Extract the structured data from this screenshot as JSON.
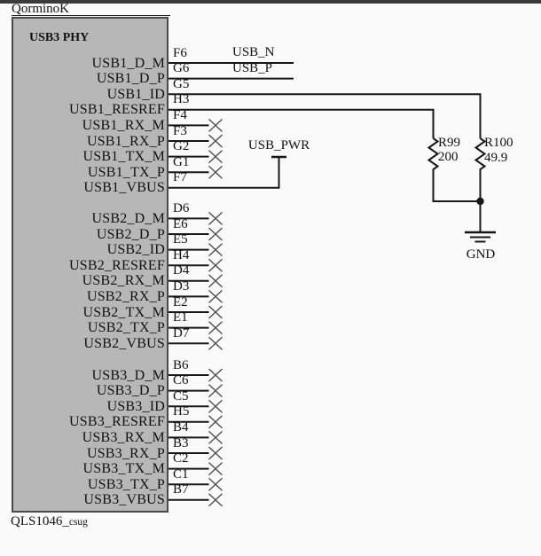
{
  "sheet": {
    "top_label": "QorminoK",
    "bottom_label_main": "QLS1046_",
    "bottom_label_suffix": "csug"
  },
  "component": {
    "title": "USB3 PHY"
  },
  "nets": {
    "usb_pwr_label": "USB_PWR",
    "gnd_label": "GND"
  },
  "resistors": [
    {
      "ref": "R99",
      "value": "200"
    },
    {
      "ref": "R100",
      "value": "49.9"
    }
  ],
  "colors": {
    "background": "#fafafa",
    "component_fill": "#b7b7b7",
    "component_border": "#4a4a4a",
    "wire": "#161616",
    "no_connect_mark": "#4f4f4f",
    "top_bar": "#3b3b3b"
  },
  "pin_groups": [
    {
      "name": "USB1",
      "pins": [
        {
          "name": "USB1_D_M",
          "number": "F6",
          "connect": "net",
          "net": "USB_N"
        },
        {
          "name": "USB1_D_P",
          "number": "G6",
          "connect": "net",
          "net": "USB_P"
        },
        {
          "name": "USB1_ID",
          "number": "G5",
          "connect": "r100"
        },
        {
          "name": "USB1_RESREF",
          "number": "H3",
          "connect": "r99"
        },
        {
          "name": "USB1_RX_M",
          "number": "F4",
          "connect": "nc"
        },
        {
          "name": "USB1_RX_P",
          "number": "F3",
          "connect": "nc"
        },
        {
          "name": "USB1_TX_M",
          "number": "G2",
          "connect": "nc"
        },
        {
          "name": "USB1_TX_P",
          "number": "G1",
          "connect": "nc"
        },
        {
          "name": "USB1_VBUS",
          "number": "F7",
          "connect": "power"
        }
      ]
    },
    {
      "name": "USB2",
      "pins": [
        {
          "name": "USB2_D_M",
          "number": "D6",
          "connect": "nc"
        },
        {
          "name": "USB2_D_P",
          "number": "E6",
          "connect": "nc"
        },
        {
          "name": "USB2_ID",
          "number": "E5",
          "connect": "nc"
        },
        {
          "name": "USB2_RESREF",
          "number": "H4",
          "connect": "nc"
        },
        {
          "name": "USB2_RX_M",
          "number": "D4",
          "connect": "nc"
        },
        {
          "name": "USB2_RX_P",
          "number": "D3",
          "connect": "nc"
        },
        {
          "name": "USB2_TX_M",
          "number": "E2",
          "connect": "nc"
        },
        {
          "name": "USB2_TX_P",
          "number": "E1",
          "connect": "nc"
        },
        {
          "name": "USB2_VBUS",
          "number": "D7",
          "connect": "nc"
        }
      ]
    },
    {
      "name": "USB3",
      "pins": [
        {
          "name": "USB3_D_M",
          "number": "B6",
          "connect": "nc"
        },
        {
          "name": "USB3_D_P",
          "number": "C6",
          "connect": "nc"
        },
        {
          "name": "USB3_ID",
          "number": "C5",
          "connect": "nc"
        },
        {
          "name": "USB3_RESREF",
          "number": "H5",
          "connect": "nc"
        },
        {
          "name": "USB3_RX_M",
          "number": "B4",
          "connect": "nc"
        },
        {
          "name": "USB3_RX_P",
          "number": "B3",
          "connect": "nc"
        },
        {
          "name": "USB3_TX_M",
          "number": "C2",
          "connect": "nc"
        },
        {
          "name": "USB3_TX_P",
          "number": "C1",
          "connect": "nc"
        },
        {
          "name": "USB3_VBUS",
          "number": "B7",
          "connect": "nc"
        }
      ]
    }
  ]
}
